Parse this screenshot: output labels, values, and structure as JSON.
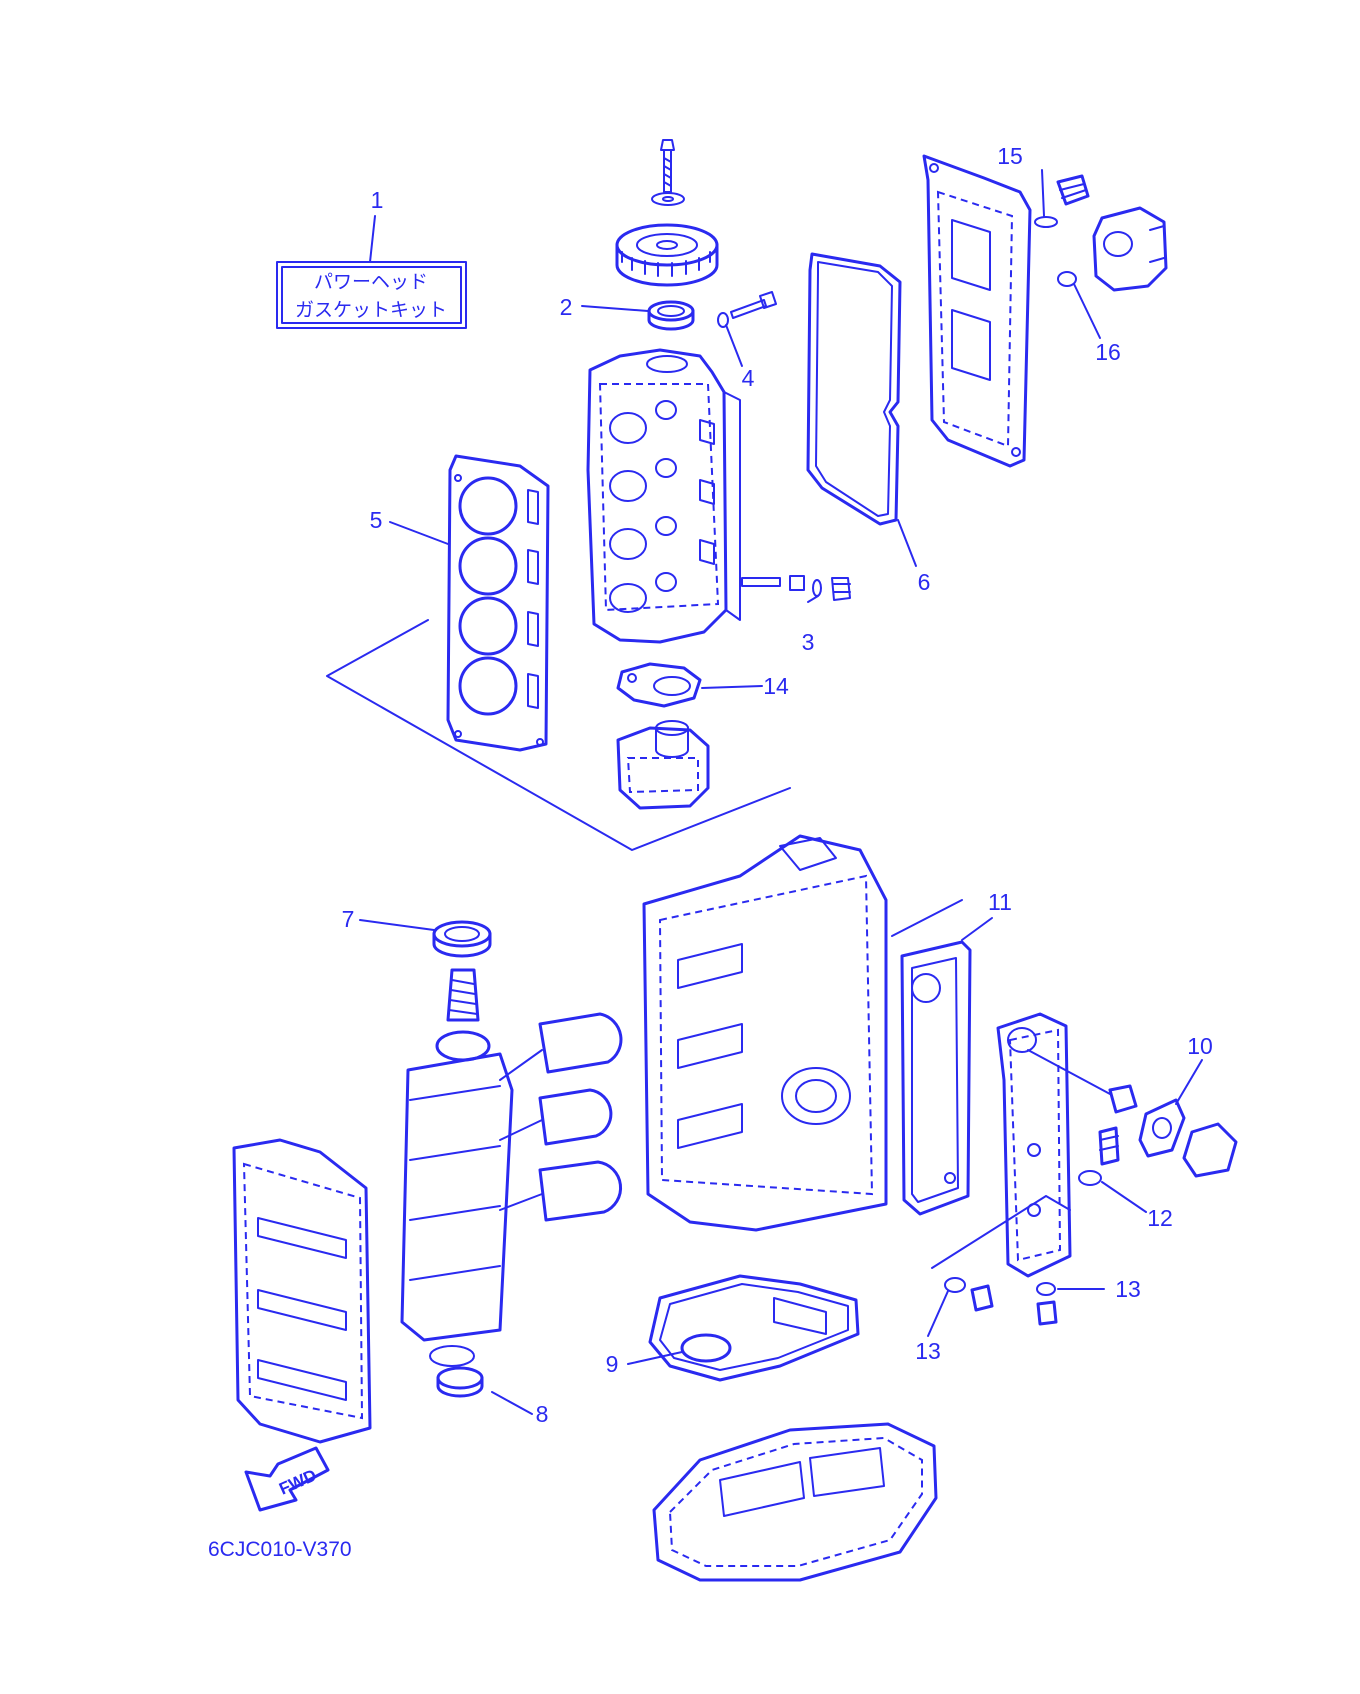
{
  "colors": {
    "line": "#2a2af0",
    "background": "#ffffff"
  },
  "kit_label": {
    "line1": "パワーヘッド",
    "line2": "ガスケットキット"
  },
  "callouts": [
    {
      "id": "callout-1",
      "text": "1"
    },
    {
      "id": "callout-2",
      "text": "2"
    },
    {
      "id": "callout-3",
      "text": "3"
    },
    {
      "id": "callout-4",
      "text": "4"
    },
    {
      "id": "callout-5",
      "text": "5"
    },
    {
      "id": "callout-6",
      "text": "6"
    },
    {
      "id": "callout-7",
      "text": "7"
    },
    {
      "id": "callout-8",
      "text": "8"
    },
    {
      "id": "callout-9",
      "text": "9"
    },
    {
      "id": "callout-10",
      "text": "10"
    },
    {
      "id": "callout-11",
      "text": "11"
    },
    {
      "id": "callout-12",
      "text": "12"
    },
    {
      "id": "callout-13a",
      "text": "13"
    },
    {
      "id": "callout-13b",
      "text": "13"
    },
    {
      "id": "callout-14",
      "text": "14"
    },
    {
      "id": "callout-15",
      "text": "15"
    },
    {
      "id": "callout-16",
      "text": "16"
    }
  ],
  "fwd_arrow_text": "FWD",
  "diagram_code": "6CJC010-V370"
}
